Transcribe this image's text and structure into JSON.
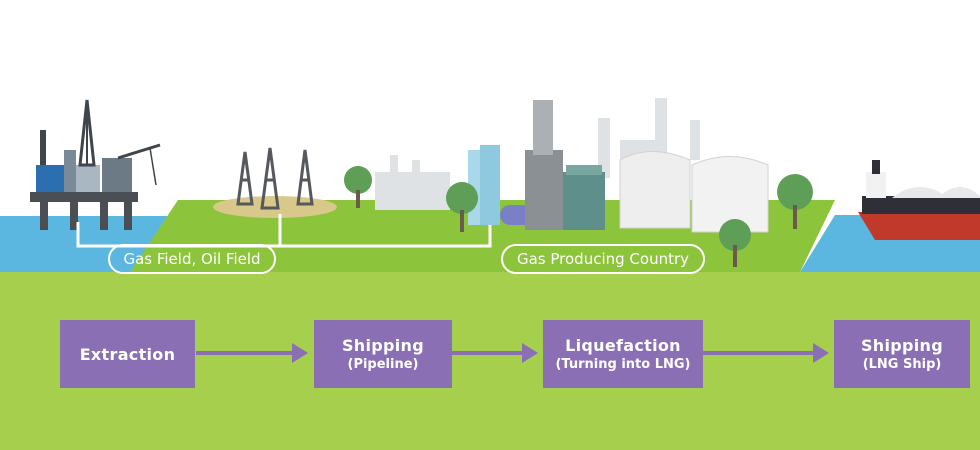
{
  "labels": {
    "gas_field": "Gas Field, Oil Field",
    "producing_country": "Gas Producing Country"
  },
  "steps": [
    {
      "title": "Extraction",
      "sub": ""
    },
    {
      "title": "Shipping",
      "sub": "(Pipeline)"
    },
    {
      "title": "Liquefaction",
      "sub": "(Turning into LNG)"
    },
    {
      "title": "Shipping",
      "sub": "(LNG Ship)"
    }
  ],
  "colors": {
    "ground": "#a6cf4e",
    "land": "#8cc43b",
    "sea": "#5bb6e0",
    "step_box": "#8a6fb5",
    "arrow": "#8a6fb5"
  }
}
